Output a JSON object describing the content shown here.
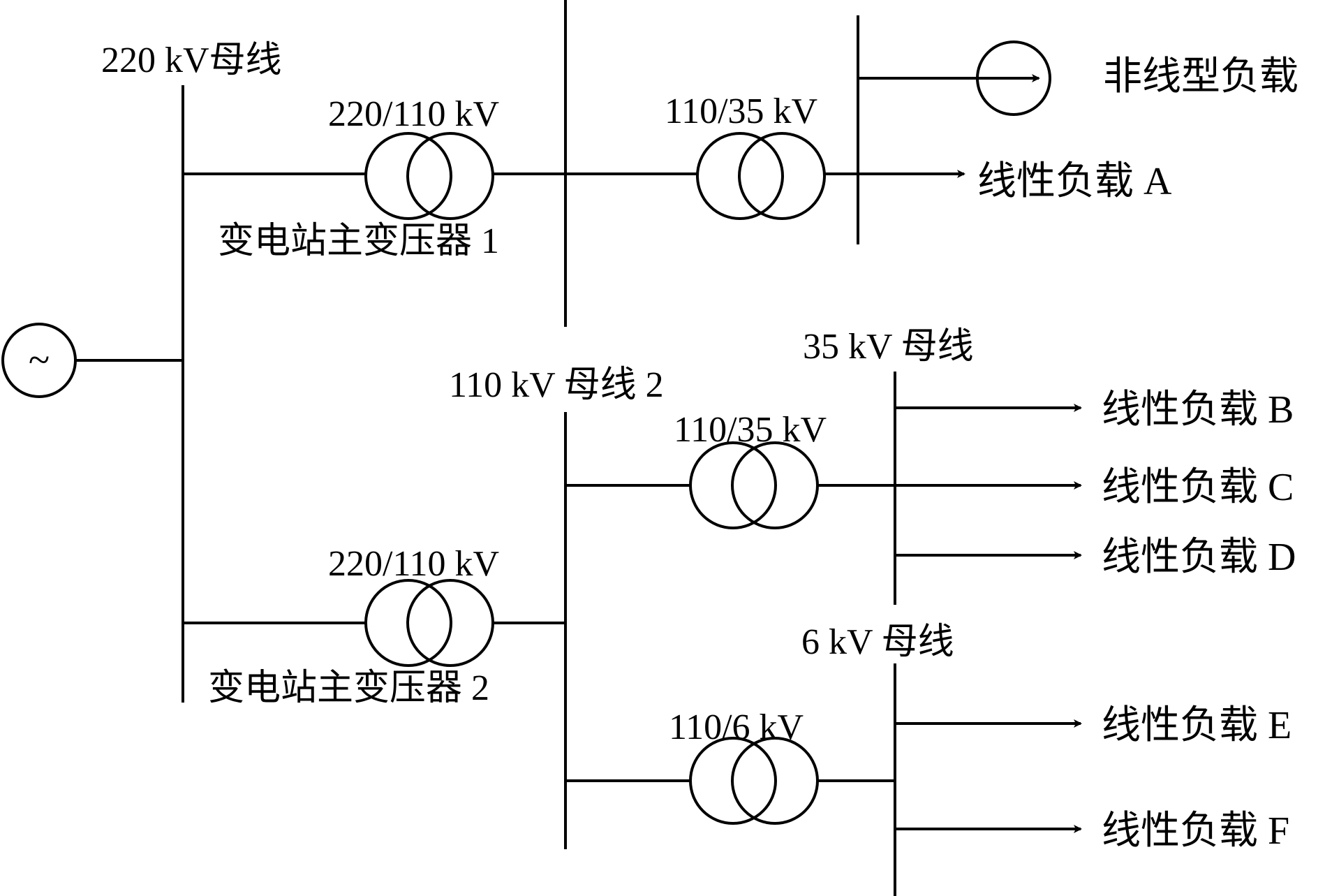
{
  "labels": {
    "bus_220": "220 kV母线",
    "t1_ratio": "220/110 kV",
    "t1_name": "变电站主变压器 1",
    "t2_ratio": "220/110 kV",
    "t2_name": "变电站主变压器 2",
    "bus_110_2": "110 kV 母线 2",
    "t3_ratio": "110/35 kV",
    "t4_ratio": "110/35 kV",
    "bus_35": "35 kV 母线",
    "t5_ratio": "110/6 kV",
    "bus_6": "6 kV 母线",
    "nonlinear_load": "非线型负载",
    "load_a": "线性负载 A",
    "load_b": "线性负载 B",
    "load_c": "线性负载 C",
    "load_d": "线性负载 D",
    "load_e": "线性负载 E",
    "load_f": "线性负载 F"
  },
  "symbols": {
    "source": "~"
  }
}
